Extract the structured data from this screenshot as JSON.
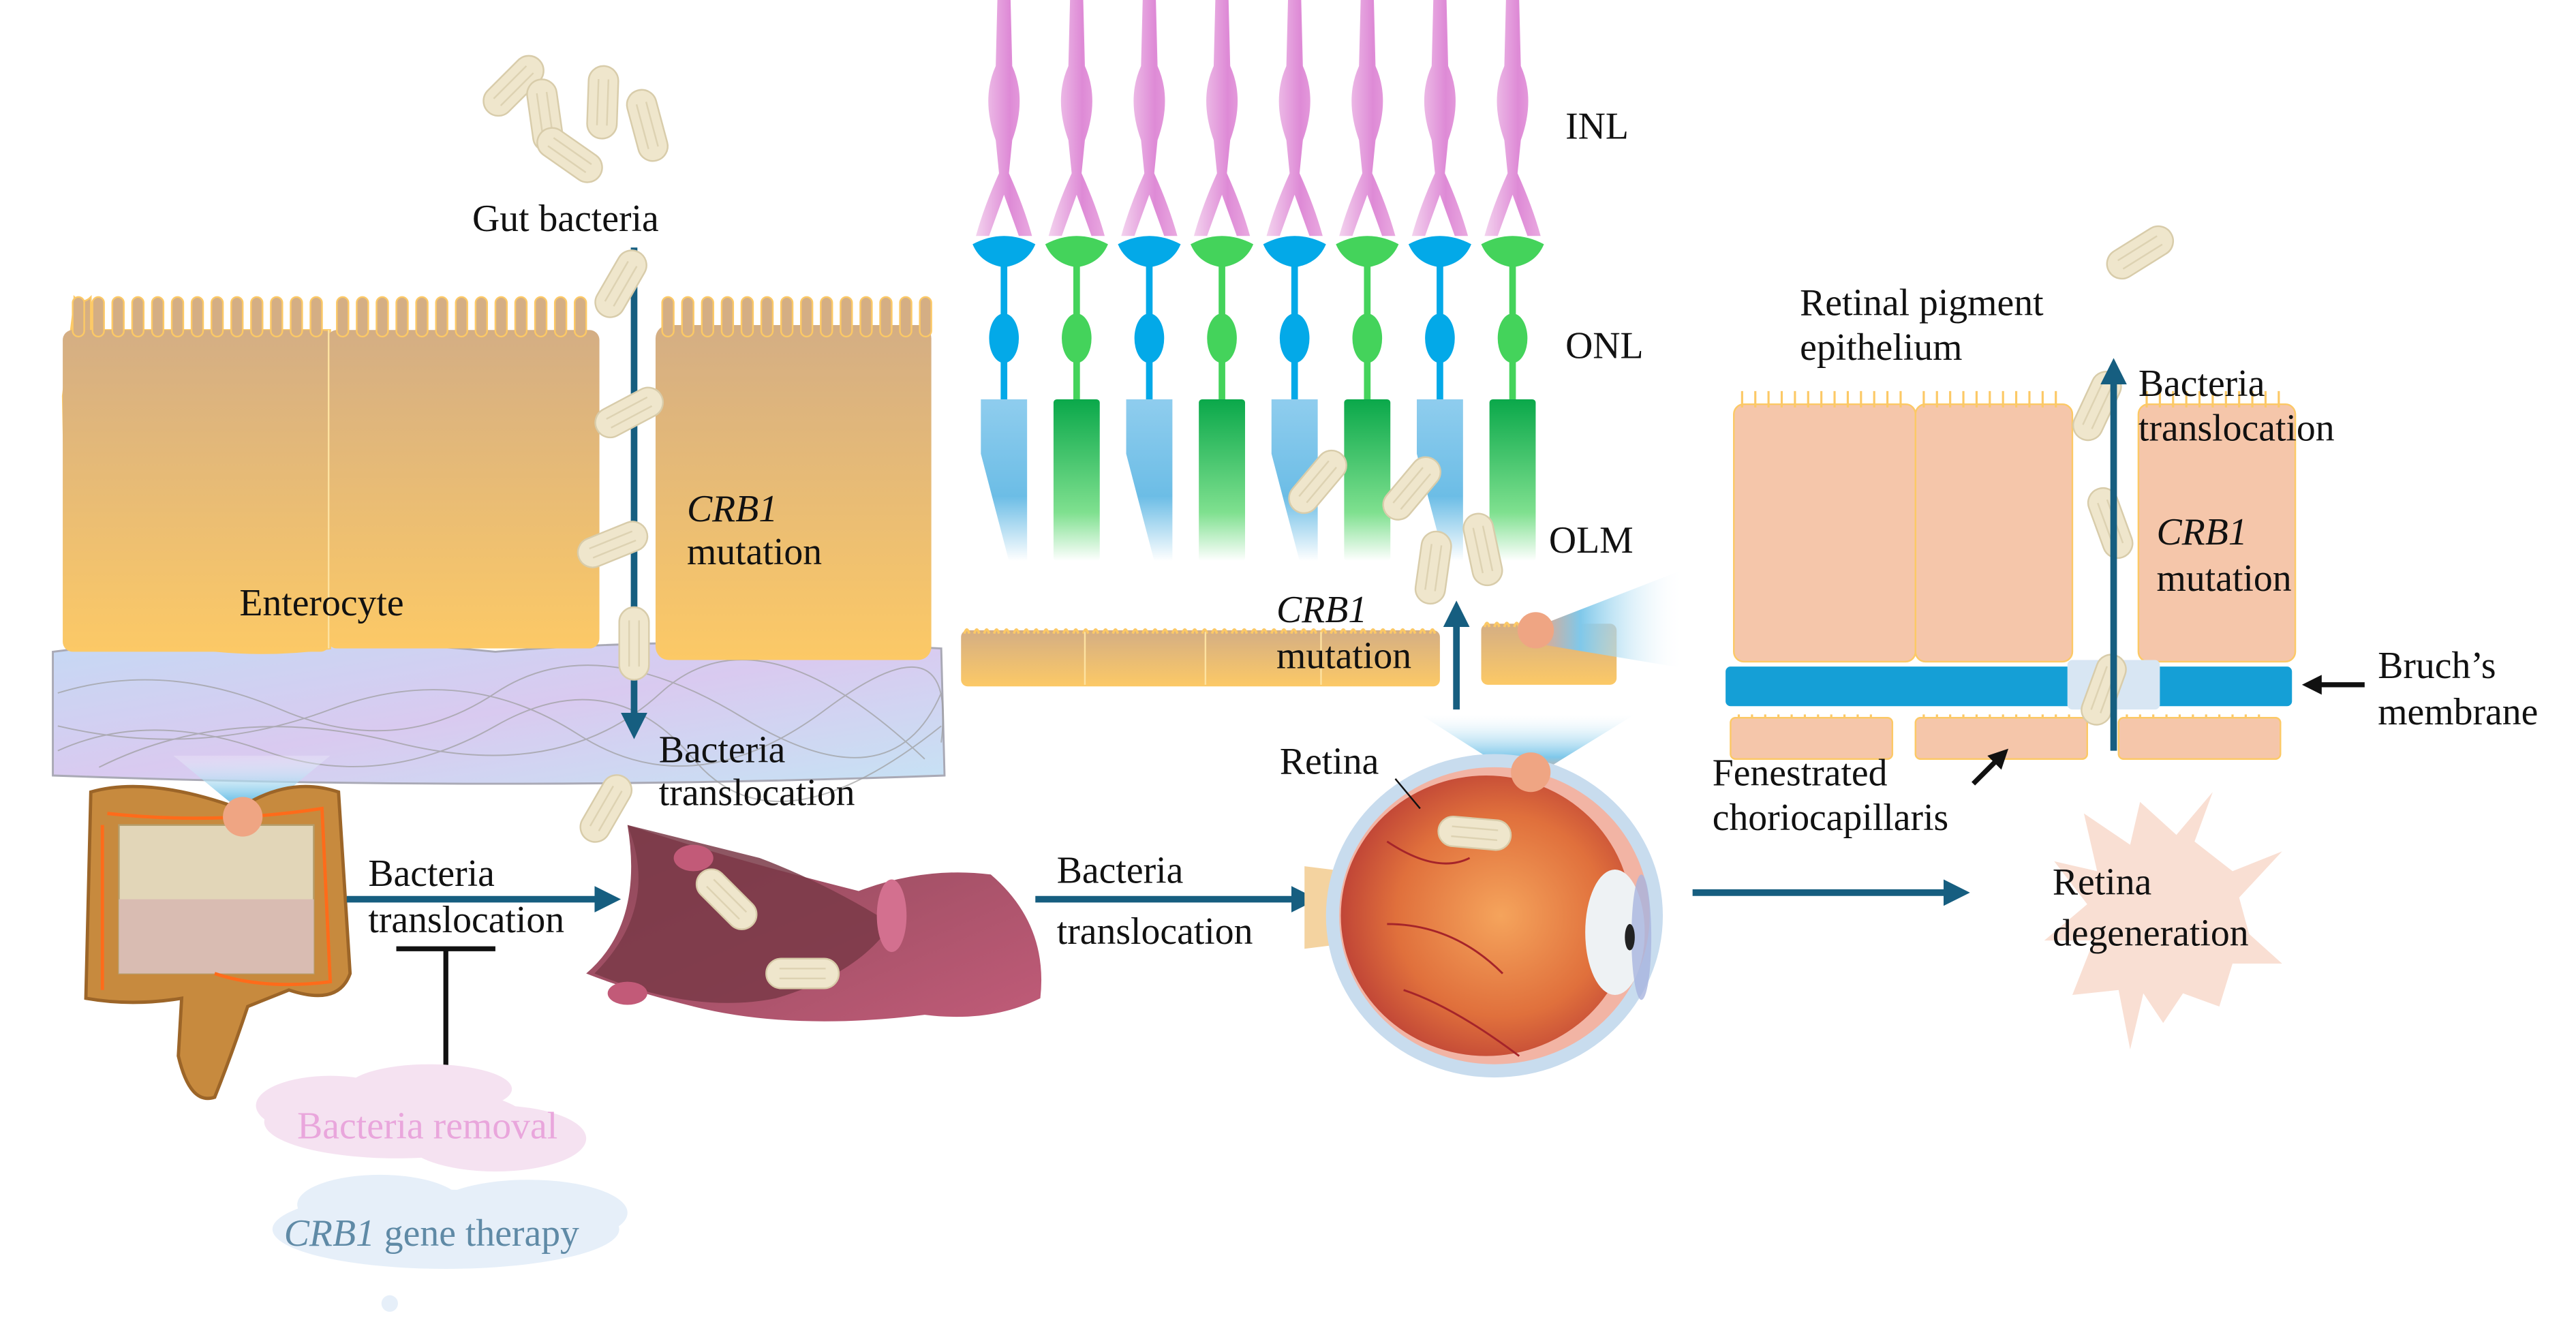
{
  "title": "Gut bacteria translocation and CRB1-associated retinal degeneration",
  "colors": {
    "arrow": "#165e80",
    "enterocyte_top": "#d4ae84",
    "enterocyte_bottom": "#fcc966",
    "enterocyte_border": "#fcc966",
    "rpe_cell": "#f5c6aa",
    "bruchs_membrane": "#159fd6",
    "rod": "#6cbde6",
    "cone": "#1db453",
    "bipolar": "#de8ad6",
    "vessel": "#b85a74",
    "bacteria": "#efe6cc",
    "starburst": "#f9dfd3",
    "zoom_spot": "#efa583"
  },
  "gut_panel": {
    "gut_bacteria_label": "Gut bacteria",
    "enterocyte_label": "Enterocyte",
    "crb1_label": "CRB1",
    "mutation_label": "mutation",
    "translocation_label_line1": "Bacteria",
    "translocation_label_line2": "translocation"
  },
  "colon_to_vessel": {
    "label_line1": "Bacteria",
    "label_line2": "translocation"
  },
  "vessel_to_eye": {
    "label_line1": "Bacteria",
    "label_line2": "translocation"
  },
  "therapies": {
    "bacteria_removal": "Bacteria removal",
    "gene_therapy_gene": "CRB1",
    "gene_therapy_rest": " gene therapy"
  },
  "retina_panel": {
    "inl_label": "INL",
    "onl_label": "ONL",
    "olm_label": "OLM",
    "crb1_label": "CRB1",
    "mutation_label": "mutation",
    "photoreceptors": [
      "rod",
      "cone",
      "rod",
      "cone",
      "rod",
      "cone",
      "rod",
      "cone"
    ]
  },
  "eye": {
    "retina_label": "Retina"
  },
  "rpe_panel": {
    "rpe_label_line1": "Retinal pigment",
    "rpe_label_line2": "epithelium",
    "translocation_line1": "Bacteria",
    "translocation_line2": "translocation",
    "crb1_label": "CRB1",
    "mutation_label": "mutation",
    "bruchs_line1": "Bruch’s",
    "bruchs_line2": "membrane",
    "chorio_line1": "Fenestrated",
    "chorio_line2": "choriocapillaris"
  },
  "outcome": {
    "line1": "Retina",
    "line2": "degeneration"
  }
}
